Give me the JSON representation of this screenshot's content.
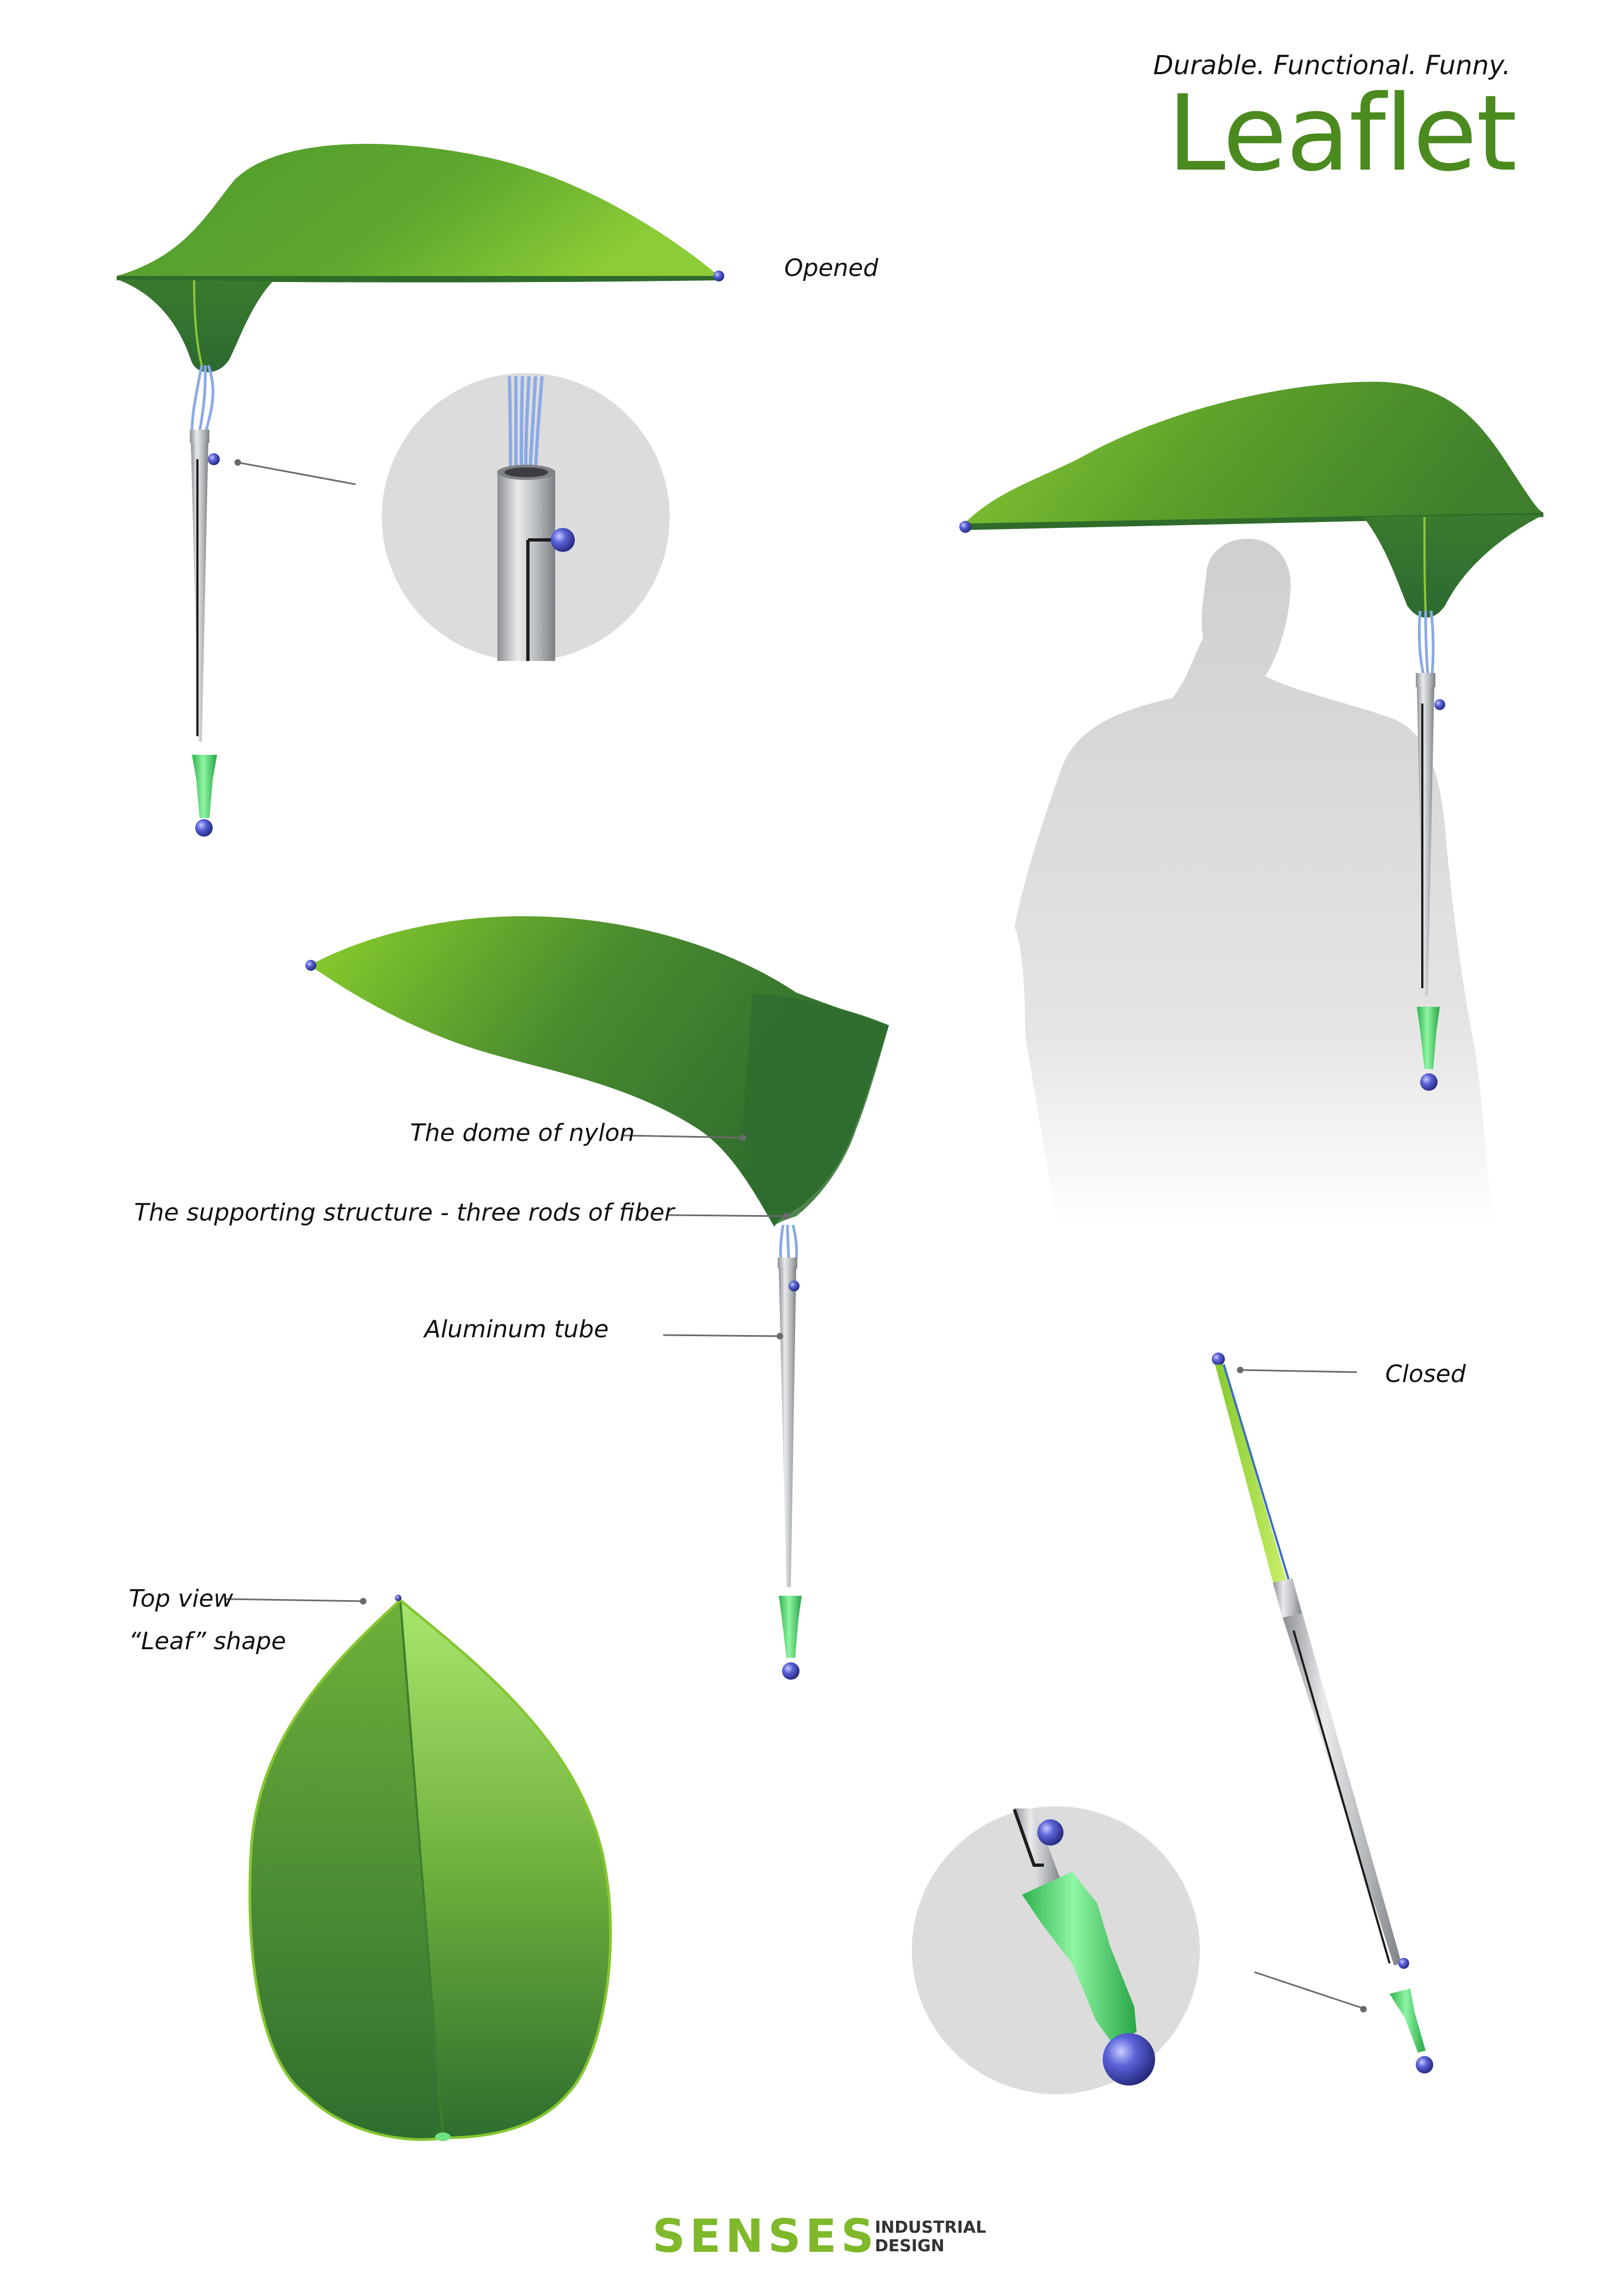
{
  "header": {
    "tagline": "Durable. Functional. Funny.",
    "title": "Leaflet"
  },
  "labels": {
    "opened": "Opened",
    "dome": "The dome of nylon",
    "support": "The supporting structure - three rods of fiber",
    "tube": "Aluminum tube",
    "closed": "Closed",
    "top_view": "Top view",
    "leaf_shape": "“Leaf” shape"
  },
  "brand": {
    "word": "SENSES",
    "line1": "INDUSTRIAL",
    "line2": "DESIGN"
  },
  "colors": {
    "title_green": "#4b8a1f",
    "canopy_light": "#86c631",
    "canopy_dark": "#2f6d2c",
    "handle_green": "#44e06a",
    "knob_blue": "#4b52c8",
    "tube_silver": "#c8cacc",
    "zoom_circle": "#dcdcdc",
    "silhouette": "#d8d8d8"
  }
}
